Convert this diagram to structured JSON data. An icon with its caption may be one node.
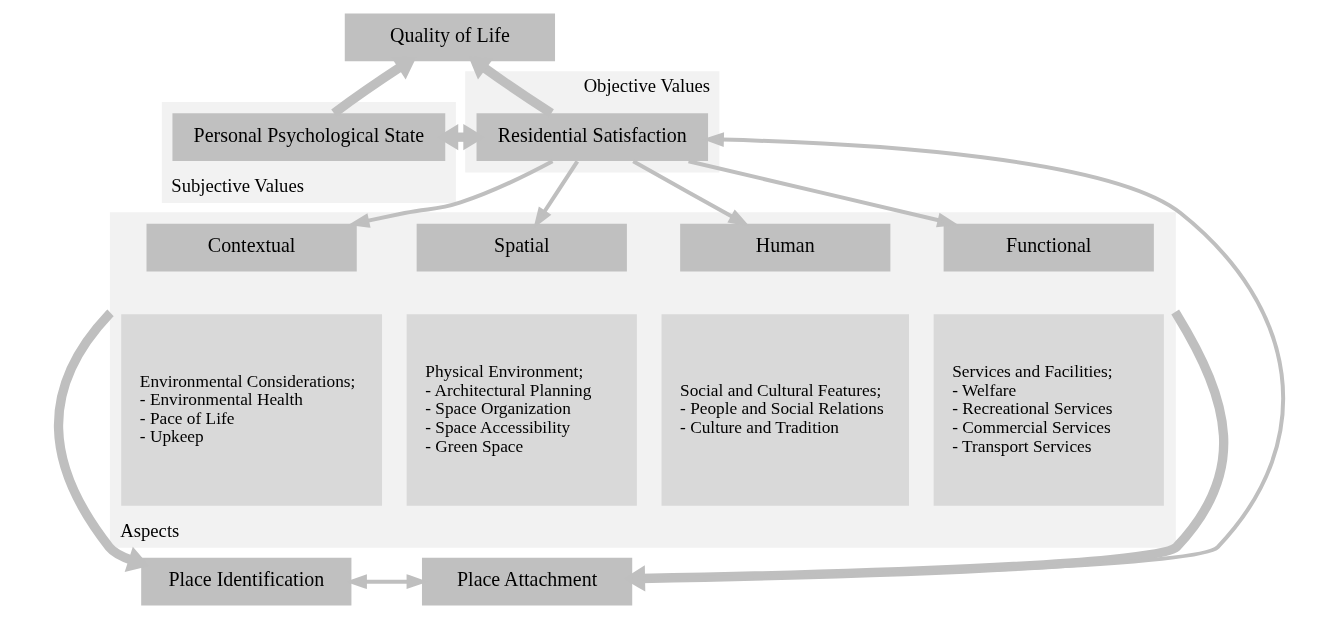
{
  "diagram": {
    "nodes": [
      {
        "text": [
          "Quality of Life"
        ]
      },
      {
        "text": [
          "Subjective Values"
        ]
      },
      {
        "text": [
          "Personal Psychological State"
        ],
        "in": 1
      },
      {
        "text": [
          "Objective Values"
        ]
      },
      {
        "text": [
          "Residential Satisfaction"
        ],
        "in": 3
      },
      {
        "text": [
          "Aspects"
        ]
      },
      {
        "text": [
          "Functional"
        ],
        "in": 5
      },
      {
        "text": [
          "Contextual"
        ],
        "in": 5
      },
      {
        "text": [
          "Spatial"
        ],
        "in": 5
      },
      {
        "text": [
          "Human"
        ],
        "in": 5
      },
      {
        "text": [
          "Services and Facilities;",
          "- Welfare",
          "- Recreational Services",
          "- Commercial Services",
          "- Transport Services"
        ],
        "in": 5
      },
      {
        "text": [
          "Environmental Considerations;",
          "- Environmental Health",
          "- Pace of Life",
          "- Upkeep"
        ],
        "in": 5
      },
      {
        "text": [
          "Physical Environment;",
          "- Architectural Planning",
          "- Space Organization",
          "- Space Accessibility",
          "- Green Space"
        ],
        "in": 5
      },
      {
        "text": [
          "Social and Cultural Features;",
          "- People and Social Relations",
          "- Culture and Tradition"
        ],
        "in": 5
      },
      {
        "text": [
          "Place Identification"
        ]
      },
      {
        "text": [
          "Place Attachment"
        ]
      }
    ],
    "edges": [
      {
        "from": 2,
        "to": 0,
        "arrow": "to",
        "style": "thick"
      },
      {
        "from": 4,
        "to": 0,
        "arrow": "to",
        "style": "thick"
      },
      {
        "from": 2,
        "to": 4,
        "arrow": "both",
        "style": "thick"
      },
      {
        "from": 4,
        "to": 6,
        "arrow": "to"
      },
      {
        "from": 4,
        "to": 7,
        "arrow": "to"
      },
      {
        "from": 4,
        "to": 8,
        "arrow": "to"
      },
      {
        "from": 4,
        "to": 9,
        "arrow": "to"
      },
      {
        "from": 5,
        "to": 14,
        "arrow": "to",
        "style": "thick"
      },
      {
        "from": 5,
        "to": 15,
        "arrow": "to",
        "style": "thick"
      },
      {
        "from": 14,
        "to": 15,
        "arrow": "both"
      },
      {
        "from": 15,
        "to": 4,
        "arrow": "to"
      }
    ]
  }
}
